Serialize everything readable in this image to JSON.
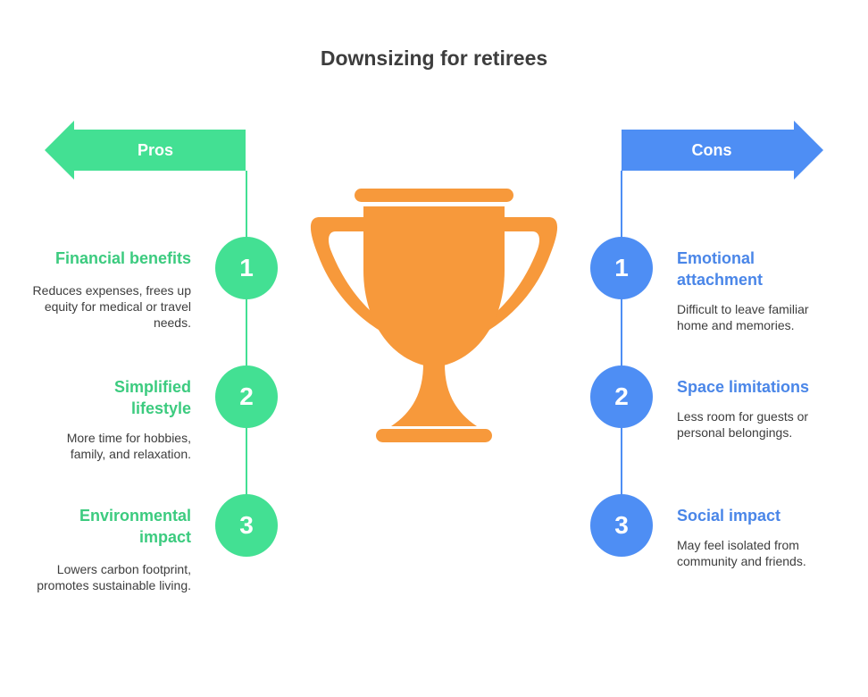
{
  "title": "Downsizing for retirees",
  "colors": {
    "pros": "#43e093",
    "cons": "#4e8ef4",
    "trophy": "#f7993b",
    "text": "#3d3d3d"
  },
  "pros": {
    "label": "Pros",
    "items": [
      {
        "number": "1",
        "heading": "Financial benefits",
        "description": "Reduces expenses, frees up equity for medical or travel needs."
      },
      {
        "number": "2",
        "heading": "Simplified lifestyle",
        "description": "More time for hobbies, family, and relaxation."
      },
      {
        "number": "3",
        "heading": "Environmental impact",
        "description": "Lowers carbon footprint, promotes sustainable living."
      }
    ]
  },
  "cons": {
    "label": "Cons",
    "items": [
      {
        "number": "1",
        "heading": "Emotional attachment",
        "description": "Difficult to leave familiar home and memories."
      },
      {
        "number": "2",
        "heading": "Space limitations",
        "description": "Less room for guests or personal belongings."
      },
      {
        "number": "3",
        "heading": "Social impact",
        "description": "May feel isolated from community and friends."
      }
    ]
  },
  "center_icon": "trophy-icon"
}
